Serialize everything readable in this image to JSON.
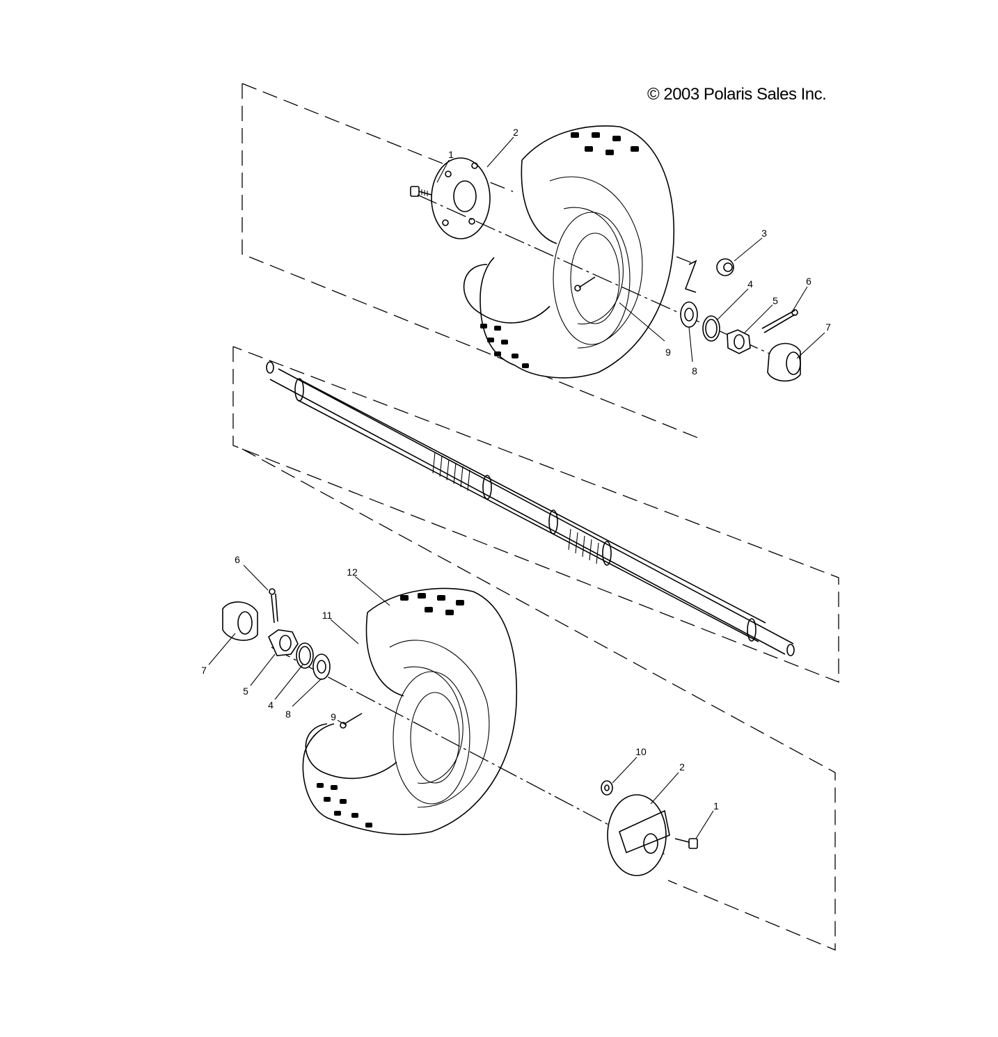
{
  "copyright": "© 2003 Polaris Sales Inc.",
  "callouts": {
    "top": {
      "c1": "1",
      "c2": "2",
      "c3": "3",
      "c4": "4",
      "c5": "5",
      "c6": "6",
      "c7": "7",
      "c8": "8",
      "c9": "9"
    },
    "bottom": {
      "c1": "1",
      "c2": "2",
      "c4": "4",
      "c5": "5",
      "c6": "6",
      "c7": "7",
      "c8": "8",
      "c9": "9",
      "c10": "10",
      "c11": "11",
      "c12": "12"
    }
  }
}
